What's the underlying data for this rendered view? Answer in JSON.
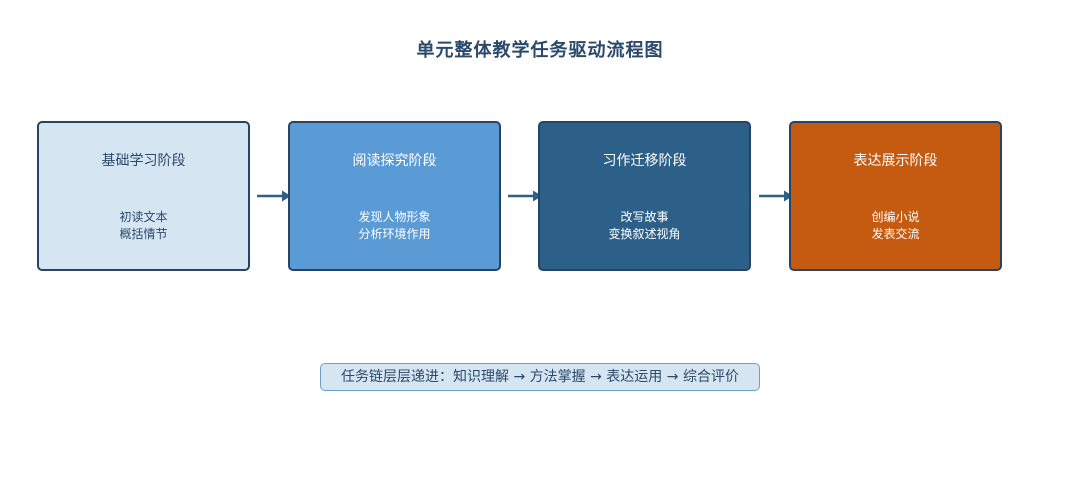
{
  "diagram": {
    "title": "单元整体教学任务驱动流程图",
    "stages": [
      {
        "name": "基础学习阶段",
        "tasks": [
          "初读文本",
          "概括情节"
        ],
        "fill": "#d6e5f2",
        "text_color": "#2b4a6b"
      },
      {
        "name": "阅读探究阶段",
        "tasks": [
          "发现人物形象",
          "分析环境作用"
        ],
        "fill": "#5b9bd5",
        "text_color": "#ffffff"
      },
      {
        "name": "习作迁移阶段",
        "tasks": [
          "改写故事",
          "变换叙述视角"
        ],
        "fill": "#2d6089",
        "text_color": "#ffffff"
      },
      {
        "name": "表达展示阶段",
        "tasks": [
          "创编小说",
          "发表交流"
        ],
        "fill": "#c55a11",
        "text_color": "#ffffff"
      }
    ],
    "arrow_color": "#2d6089",
    "border_color": "#284463",
    "summary": "任务链层层递进：知识理解 → 方法掌握 → 表达运用 → 综合评价"
  }
}
